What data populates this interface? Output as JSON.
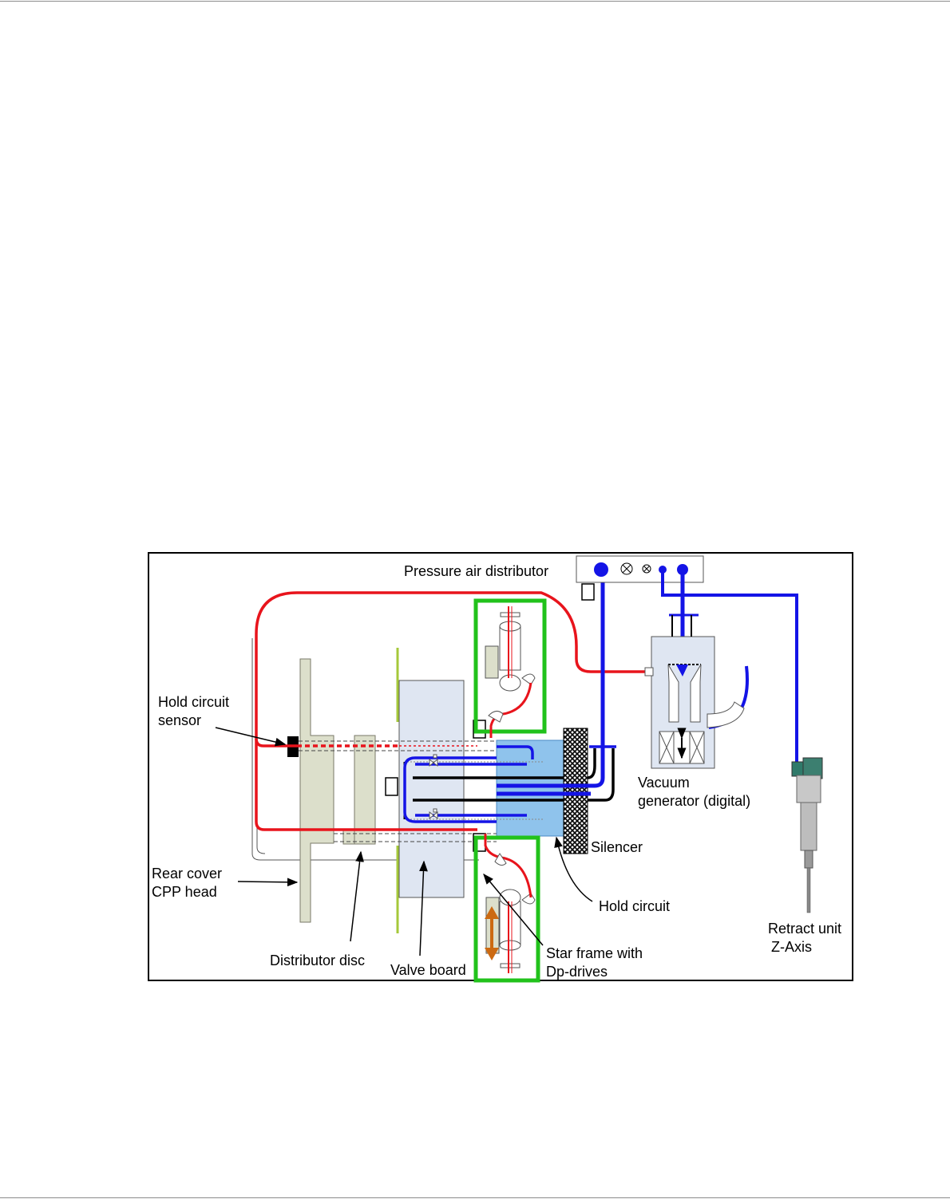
{
  "diagram": {
    "labels": {
      "pressure_air_distributor": "Pressure air distributor",
      "hold_circuit_sensor_line1": "Hold circuit",
      "hold_circuit_sensor_line2": "sensor",
      "vacuum_generator_line1": "Vacuum",
      "vacuum_generator_line2": "generator (digital)",
      "silencer": "Silencer",
      "rear_cover_line1": "Rear cover",
      "rear_cover_line2": "CPP head",
      "hold_circuit": "Hold circuit",
      "retract_unit_line1": "Retract unit",
      "retract_unit_line2": "Z-Axis",
      "distributor_disc": "Distributor disc",
      "valve_board": "Valve board",
      "star_frame_line1": "Star frame with",
      "star_frame_line2": "Dp-drives"
    },
    "colors": {
      "pressure_line": "#e8141c",
      "vacuum_line": "#1414e6",
      "frame_highlight": "#21c21b",
      "plate_fill": "#dcdfcb",
      "valve_board_fill": "#dfe6f2",
      "hold_circuit_fill": "#8fc3ec",
      "stroke_arrow": "#cc6a12"
    }
  }
}
